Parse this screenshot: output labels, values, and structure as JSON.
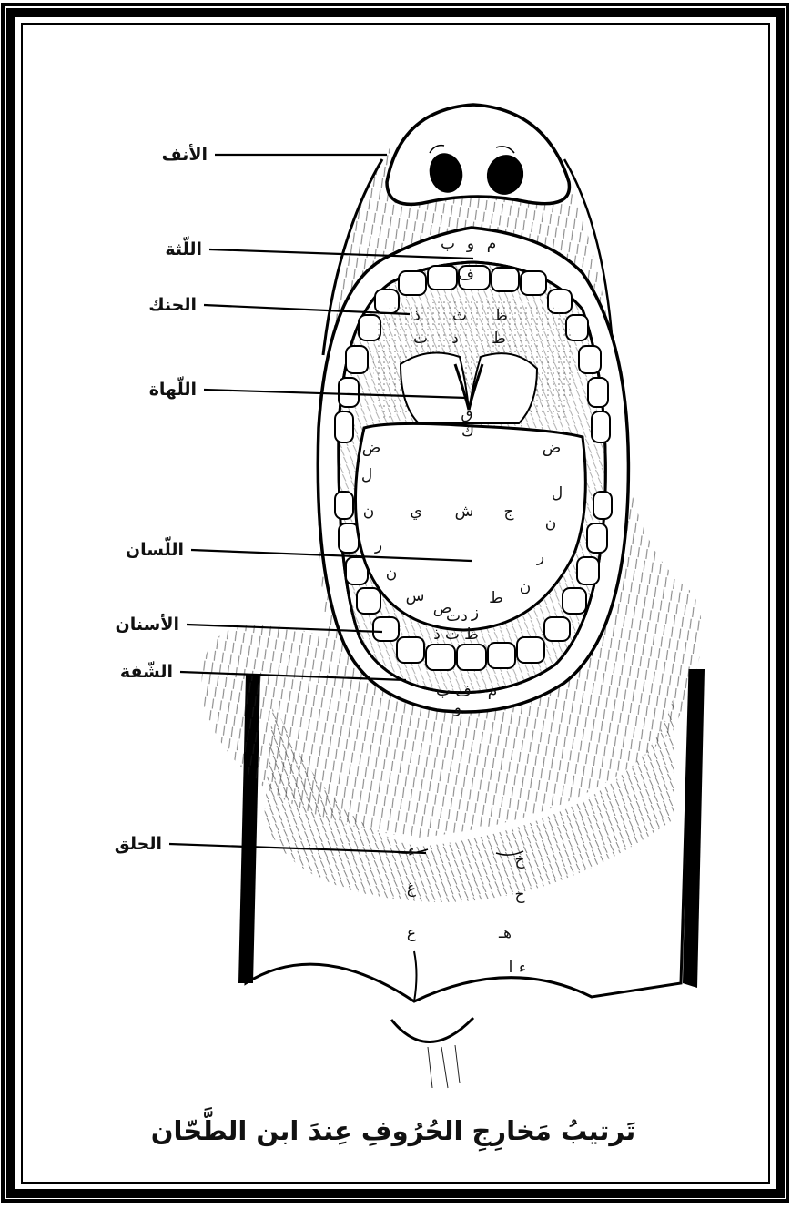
{
  "caption": "تَرتيبُ مَخارِجِ الحُرُوفِ عِندَ ابن الطَّحّان",
  "labels": {
    "nose": "الأنف",
    "gums": "اللّثة",
    "palate": "الحنك",
    "uvula": "اللّهاة",
    "tongue": "اللّسان",
    "teeth": "الأسنان",
    "lip": "الشّفة",
    "throat": "الحلق"
  },
  "letters": {
    "upper_lip": [
      "م",
      "و",
      "ب"
    ],
    "upper_teeth": [
      "ف"
    ],
    "palate_row1": [
      "ظ",
      "ث",
      "ذ"
    ],
    "palate_row2": [
      "ط",
      "د",
      "ت"
    ],
    "uvula": [
      "ق"
    ],
    "tongue_top": [
      "ض",
      "ك",
      "ض"
    ],
    "tongue_sides": [
      "ل",
      "ل"
    ],
    "tongue_middle": [
      "ن",
      "ي",
      "ش",
      "ج",
      "ن"
    ],
    "tongue_lower": [
      "ر",
      "ر",
      "ن",
      "ن"
    ],
    "tongue_tip": [
      "س",
      "ص",
      "ز",
      "ط",
      "د",
      "ت"
    ],
    "lower_teeth": [
      "ذ",
      "ت",
      "ظ"
    ],
    "lower_lip": [
      "م",
      "ف",
      "ب",
      "و"
    ],
    "throat_left": [
      "ء",
      "غ",
      "ع"
    ],
    "throat_right": [
      "خ",
      "ح",
      "هـ"
    ],
    "throat_bottom": [
      "ا",
      "ء"
    ]
  }
}
